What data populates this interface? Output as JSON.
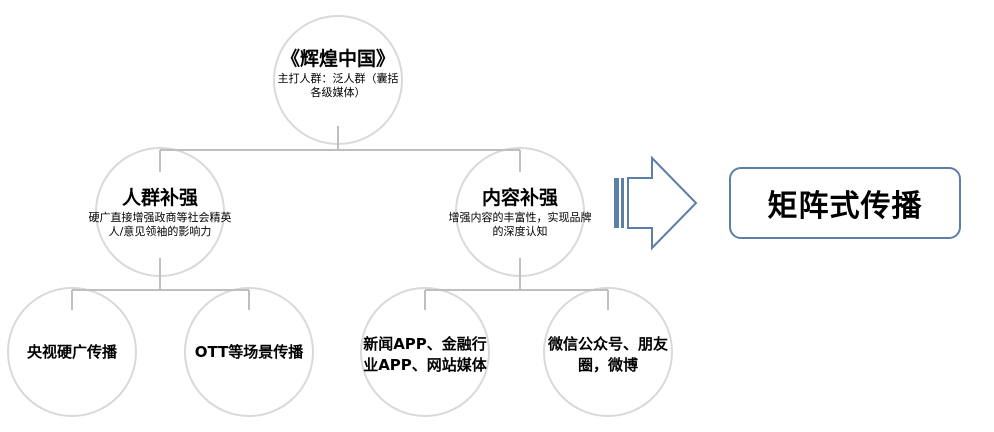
{
  "root": {
    "title": "《辉煌中国》",
    "desc_line1": "主打人群：泛人群（囊括",
    "desc_line2": "各级媒体）"
  },
  "left_branch": {
    "title": "人群补强",
    "desc_line1": "硬广直接增强政商等社会精英",
    "desc_line2": "人/意见领袖的影响力"
  },
  "right_branch": {
    "title": "内容补强",
    "desc_line1": "增强内容的丰富性，实现品牌",
    "desc_line2": "的深度认知"
  },
  "leaves": [
    {
      "line1": "央视硬广传播",
      "line2": ""
    },
    {
      "line1": "OTT等场景传播",
      "line2": ""
    },
    {
      "line1": "新闻APP、金融行",
      "line2": "业APP、网站媒体"
    },
    {
      "line1": "微信公众号、朋友",
      "line2": "圈，微博"
    }
  ],
  "result": {
    "label": "矩阵式传播"
  },
  "colors": {
    "circle_stroke": "#d9d9d9",
    "connector": "#bfbfbf",
    "arrow_stroke": "#5b7fa8",
    "box_stroke": "#5b7fa8"
  }
}
